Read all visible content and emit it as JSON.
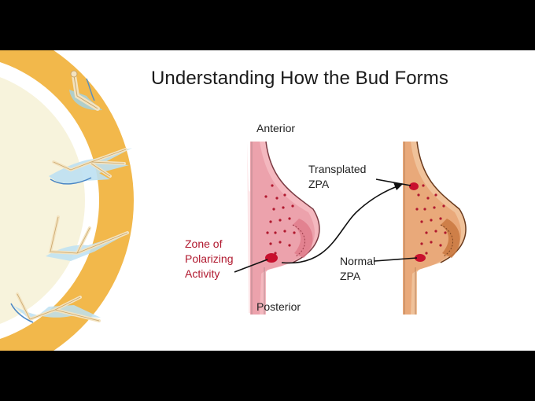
{
  "slide": {
    "title": "Understanding How the Bud Forms",
    "labels": {
      "anterior": "Anterior",
      "posterior": "Posterior",
      "zpa_line1": "Zone of",
      "zpa_line2": "Polarizing",
      "zpa_line3": "Activity",
      "transplanted_line1": "Transplated",
      "transplanted_line2": "ZPA",
      "normal_line1": "Normal",
      "normal_line2": "ZPA"
    }
  },
  "colors": {
    "arc": "#f2b84b",
    "arc_inner": "#f7f3dc",
    "bud_left_fill": "#f4b8bf",
    "bud_right_fill": "#f0c29a",
    "zpa": "#c8102e",
    "label_red": "#b0182e",
    "letterbox": "#000000"
  },
  "icons": [
    "limb-skeleton-icon-1",
    "limb-skeleton-icon-2",
    "limb-skeleton-icon-3",
    "limb-skeleton-icon-4"
  ]
}
